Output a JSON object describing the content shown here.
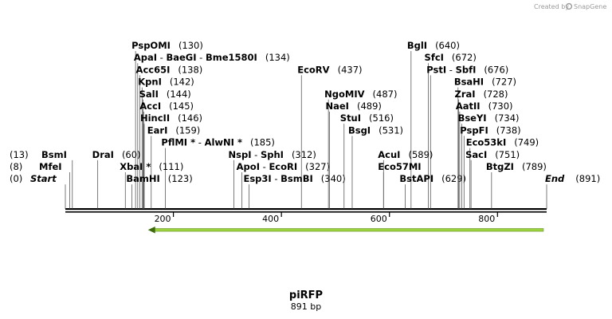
{
  "credit": {
    "text": "Created by",
    "brand": "SnapGene"
  },
  "plasmid": {
    "name": "piRFP",
    "size_text": "891 bp",
    "length": 891
  },
  "ruler": {
    "ticks": [
      200,
      400,
      600,
      800
    ]
  },
  "feature": {
    "name": "arrow",
    "start": 153,
    "end": 891,
    "direction": "reverse",
    "color": "#9bd13f"
  },
  "sites": [
    {
      "name": "PspOMI",
      "pos_text": "(130)",
      "pos": 130,
      "row": 0
    },
    {
      "name": "ApaI",
      "extra": [
        "BaeGI",
        "Bme1580I"
      ],
      "pos_text": "(134)",
      "pos": 134,
      "row": 1
    },
    {
      "name": "Acc65I",
      "pos_text": "(138)",
      "pos": 138,
      "row": 2
    },
    {
      "name": "KpnI",
      "pos_text": "(142)",
      "pos": 142,
      "row": 3
    },
    {
      "name": "SalI",
      "pos_text": "(144)",
      "pos": 144,
      "row": 4
    },
    {
      "name": "AccI",
      "pos_text": "(145)",
      "pos": 145,
      "row": 5
    },
    {
      "name": "HincII",
      "pos_text": "(146)",
      "pos": 146,
      "row": 6
    },
    {
      "name": "EarI",
      "pos_text": "(159)",
      "pos": 159,
      "row": 7
    },
    {
      "name": "PflMI *",
      "extra": [
        "AlwNI *"
      ],
      "pos_text": "(185)",
      "pos": 185,
      "row": 8
    },
    {
      "name": "DraI",
      "pos_text": "(60)",
      "pos": 60,
      "row": 9
    },
    {
      "name": "XbaI *",
      "pos_text": "(111)",
      "pos": 111,
      "row": 10
    },
    {
      "name": "BamHI",
      "pos_text": "(123)",
      "pos": 123,
      "row": 11
    },
    {
      "name": "BsmI",
      "pos_text": "(13)",
      "pos": 13,
      "row": 9,
      "left": true
    },
    {
      "name": "MfeI",
      "pos_text": "(8)",
      "pos": 8,
      "row": 10,
      "left": true
    },
    {
      "name": "Start",
      "pos_text": "(0)",
      "pos": 0,
      "row": 11,
      "left": true,
      "italic": true
    },
    {
      "name": "EcoRV",
      "pos_text": "(437)",
      "pos": 437,
      "row": 2
    },
    {
      "name": "NspI",
      "extra": [
        "SphI"
      ],
      "pos_text": "(312)",
      "pos": 312,
      "row": 9
    },
    {
      "name": "ApoI",
      "extra": [
        "EcoRI"
      ],
      "pos_text": "(327)",
      "pos": 327,
      "row": 10
    },
    {
      "name": "Esp3I",
      "extra": [
        "BsmBI"
      ],
      "pos_text": "(340)",
      "pos": 340,
      "row": 11
    },
    {
      "name": "NgoMIV",
      "pos_text": "(487)",
      "pos": 487,
      "row": 4
    },
    {
      "name": "NaeI",
      "pos_text": "(489)",
      "pos": 489,
      "row": 5
    },
    {
      "name": "StuI",
      "pos_text": "(516)",
      "pos": 516,
      "row": 6
    },
    {
      "name": "BsgI",
      "pos_text": "(531)",
      "pos": 531,
      "row": 7
    },
    {
      "name": "BglI",
      "pos_text": "(640)",
      "pos": 640,
      "row": 0
    },
    {
      "name": "SfcI",
      "pos_text": "(672)",
      "pos": 672,
      "row": 1
    },
    {
      "name": "PstI",
      "extra": [
        "SbfI"
      ],
      "pos_text": "(676)",
      "pos": 676,
      "row": 2
    },
    {
      "name": "AcuI",
      "pos_text": "(589)",
      "pos": 589,
      "row": 9
    },
    {
      "name": "Eco57MI",
      "pos_text": "",
      "pos": 589,
      "row": 10
    },
    {
      "name": "BstAPI",
      "pos_text": "(629)",
      "pos": 629,
      "row": 11
    },
    {
      "name": "BsaHI",
      "pos_text": "(727)",
      "pos": 727,
      "row": 3
    },
    {
      "name": "ZraI",
      "pos_text": "(728)",
      "pos": 728,
      "row": 4
    },
    {
      "name": "AatII",
      "pos_text": "(730)",
      "pos": 730,
      "row": 5
    },
    {
      "name": "BseYI",
      "pos_text": "(734)",
      "pos": 734,
      "row": 6
    },
    {
      "name": "PspFI",
      "pos_text": "(738)",
      "pos": 738,
      "row": 7
    },
    {
      "name": "Eco53kI",
      "pos_text": "(749)",
      "pos": 749,
      "row": 8
    },
    {
      "name": "SacI",
      "pos_text": "(751)",
      "pos": 751,
      "row": 9
    },
    {
      "name": "BtgZI",
      "pos_text": "(789)",
      "pos": 789,
      "row": 10
    },
    {
      "name": "End",
      "pos_text": "(891)",
      "pos": 891,
      "row": 11,
      "italic": true
    }
  ]
}
